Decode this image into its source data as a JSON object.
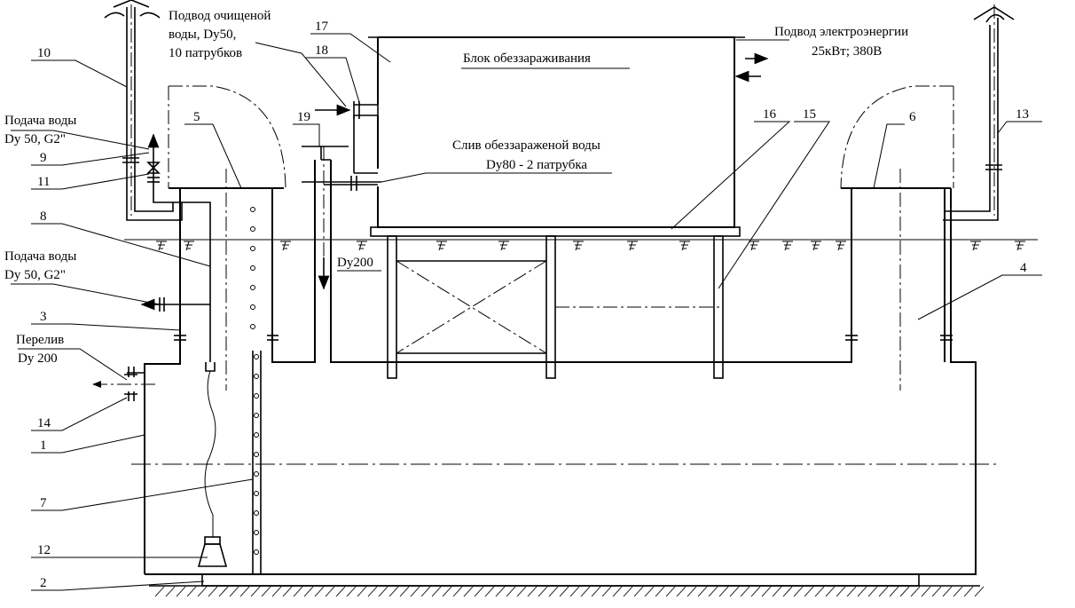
{
  "labels": {
    "clean_water_supply": [
      "Подвод очищеной",
      "воды, Dy50,",
      "10 патрубков"
    ],
    "disinfection_unit": "Блок обеззараживания",
    "power_supply": [
      "Подвод электроэнергии",
      "25кВт; 380В"
    ],
    "disinfected_drain": [
      "Слив обеззараженой воды",
      "Dy80 - 2 патрубка"
    ],
    "water_supply_1": [
      "Подача воды",
      "Dy 50, G2\""
    ],
    "water_supply_2": [
      "Подача воды",
      "Dy 50, G2\""
    ],
    "overflow": [
      "Перелив",
      "Dy 200"
    ],
    "pipe_dy200": "Dy200"
  },
  "callouts": [
    "1",
    "2",
    "3",
    "4",
    "5",
    "6",
    "7",
    "8",
    "9",
    "10",
    "11",
    "12",
    "13",
    "14",
    "15",
    "16",
    "17",
    "18",
    "19"
  ]
}
